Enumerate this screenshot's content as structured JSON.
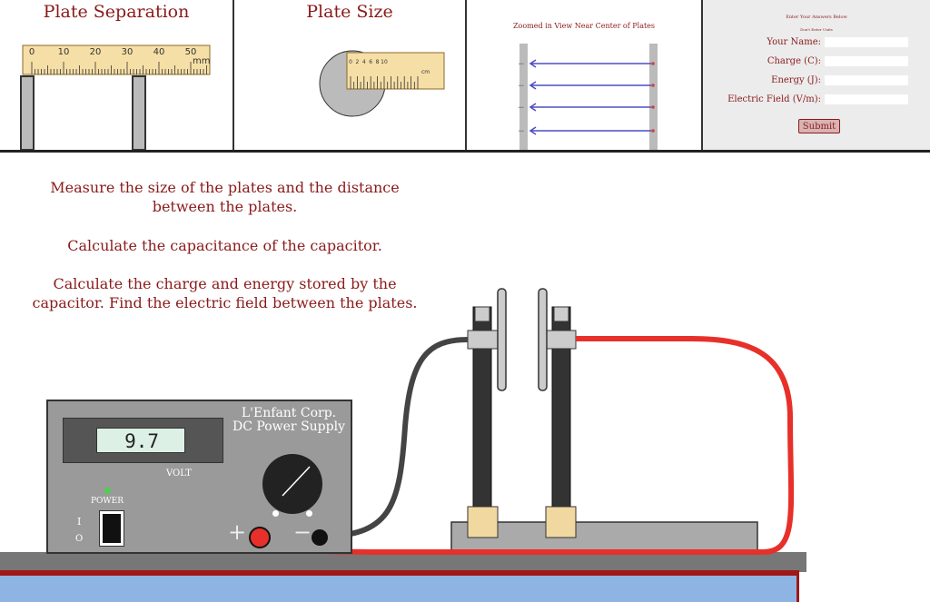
{
  "panels": {
    "separation_title": "Plate Separation",
    "size_title": "Plate Size",
    "zoom_title": "Zoomed in View Near Center of Plates"
  },
  "ruler_separation": {
    "ticks": [
      "0",
      "10",
      "20",
      "30",
      "40",
      "50"
    ],
    "unit": "mm"
  },
  "ruler_size": {
    "ticks": [
      "0",
      "2",
      "4",
      "6",
      "8",
      "10"
    ],
    "unit": "cm"
  },
  "answers": {
    "heading": "Enter Your Answers Below",
    "subheading": "Don't Enter Units",
    "fields": [
      {
        "label": "Your Name:",
        "value": ""
      },
      {
        "label": "Charge (C):",
        "value": ""
      },
      {
        "label": "Energy (J):",
        "value": ""
      },
      {
        "label": "Electric Field (V/m):",
        "value": ""
      }
    ],
    "submit_label": "Submit"
  },
  "instructions": [
    "Measure the size of the plates and the distance between the plates.",
    "Calculate the capacitance of the capacitor.",
    "Calculate the charge and energy stored by the capacitor. Find the electric field between the plates."
  ],
  "power_supply": {
    "brand_line1": "L'Enfant Corp.",
    "brand_line2": "DC Power Supply",
    "display_value": "9.7",
    "unit_label": "VOLT",
    "power_label": "POWER",
    "switch_on": "I",
    "switch_off": "O",
    "plus": "+",
    "minus": "−"
  },
  "colors": {
    "accent": "#8b1a1a",
    "wire_positive": "#e8302a",
    "wire_negative": "#444444",
    "field_lines": "#4d4dc4",
    "floor_blue": "#8db4e2"
  }
}
